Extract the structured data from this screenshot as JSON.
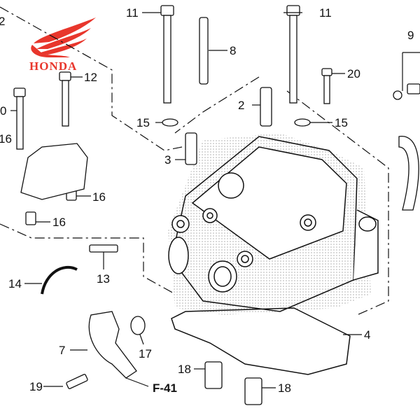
{
  "brand": {
    "logo_text": "HONDA",
    "color": "#e8362c"
  },
  "callouts": {
    "c2_top": "2",
    "c11_left": "11",
    "c11_right": "11",
    "c8": "8",
    "c12": "12",
    "c20": "20",
    "c9": "9",
    "c10": "0",
    "c16_a": "16",
    "c15_left": "15",
    "c15_right": "15",
    "c2_mid": "2",
    "c3": "3",
    "c16_b": "16",
    "c16_c": "16",
    "c14": "14",
    "c13": "13",
    "c4": "4",
    "c7": "7",
    "c17": "17",
    "c18_a": "18",
    "c18_b": "18",
    "c19": "19"
  },
  "reference": {
    "label": "F-41"
  }
}
